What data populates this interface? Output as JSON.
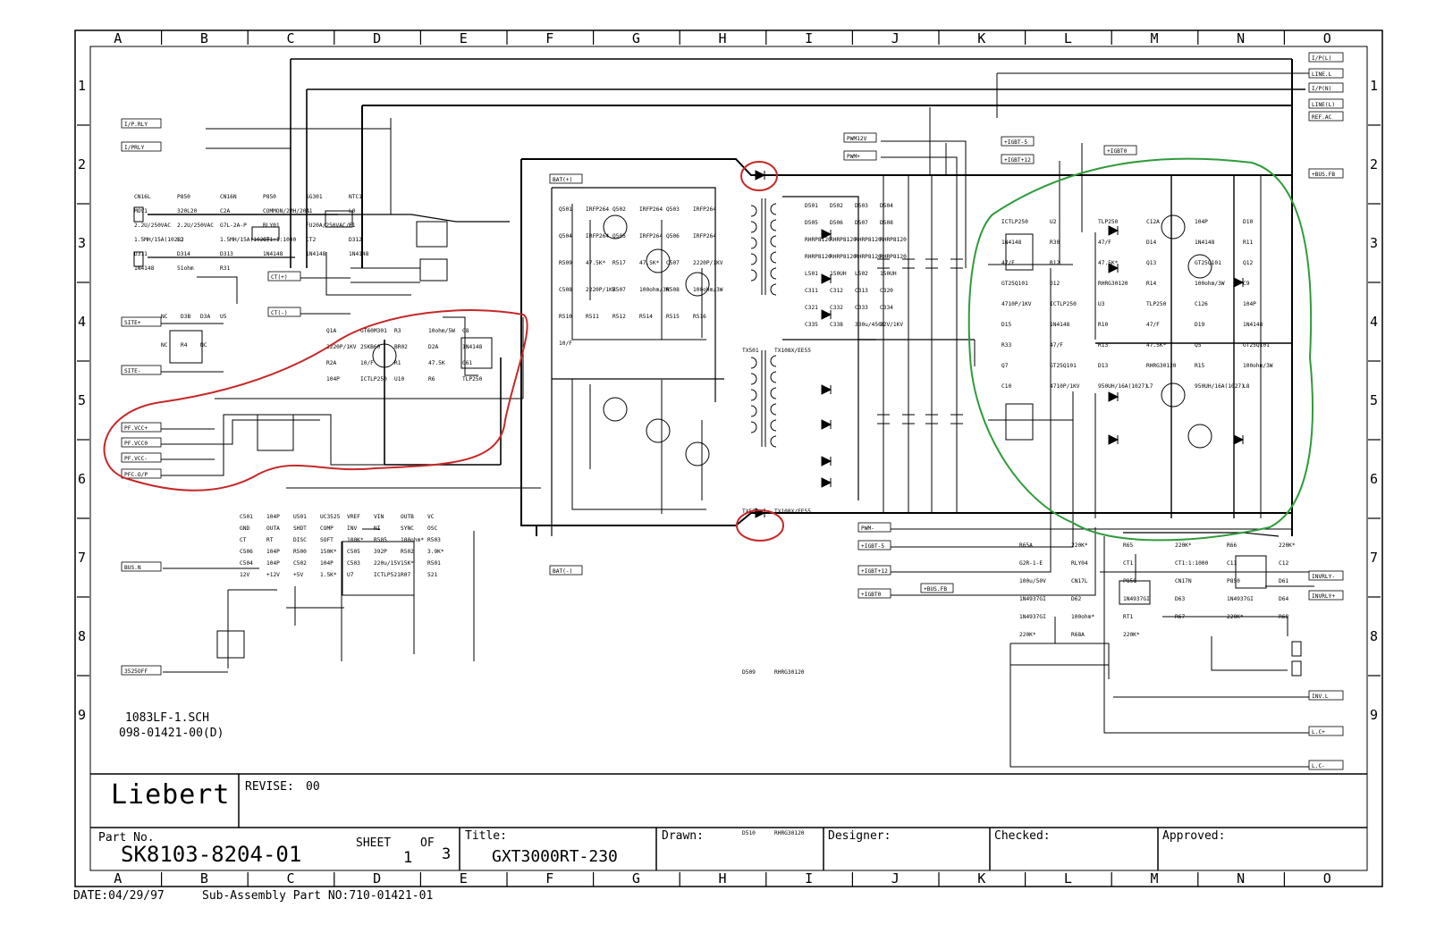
{
  "zones": {
    "columns": [
      "A",
      "B",
      "C",
      "D",
      "E",
      "F",
      "G",
      "H",
      "I",
      "J",
      "K",
      "L",
      "M",
      "N",
      "O"
    ],
    "rows": [
      "1",
      "2",
      "3",
      "4",
      "5",
      "6",
      "7",
      "8",
      "9"
    ]
  },
  "title_block": {
    "company": "Liebert",
    "revise_label": "REVISE:",
    "revise_value": "00",
    "part_label": "Part No.",
    "part_no": "SK8103-8204-01",
    "sheet_label": "SHEET",
    "sheet_num": "1",
    "of_label": "OF",
    "sheet_total": "3",
    "title_label": "Title:",
    "title_value": "GXT3000RT-230",
    "drawn_label": "Drawn:",
    "designer_label": "Designer:",
    "checked_label": "Checked:",
    "approved_label": "Approved:"
  },
  "file_info": {
    "sch": "1083LF-1.SCH",
    "doc": "098-01421-00(D)"
  },
  "footer": {
    "date": "DATE:04/29/97",
    "subassembly": "Sub-Assembly Part NO:710-01421-01"
  },
  "ports_left": [
    "I/P.RLY",
    "I/PRLY",
    "SITE+",
    "SITE-",
    "PF.VCC+",
    "PF.VCC0",
    "PF.VCC-",
    "PFC.O/P",
    "BUS.N",
    "3525OFF"
  ],
  "ports_right": [
    "I/P(L)",
    "LINE.L",
    "I/P(N)",
    "LINE(L)",
    "REF.AC",
    "+BUS.FB",
    "INVRLY-",
    "INVRLY+",
    "INV.L",
    "L.C+",
    "L.C-"
  ],
  "ports_mid": [
    "PWM12V",
    "PWM+",
    "+IGBT-5",
    "+IGBT+12",
    "+IGBT0",
    "BAT(+)",
    "BAT(-)",
    "PWM-",
    "+IGBT-5",
    "+IGBT+12",
    "+IGBT0",
    "+BUS.FB",
    "CT(+)",
    "CT(-)"
  ],
  "components": {
    "input": [
      "CN16L",
      "P850",
      "CN16N",
      "P850",
      "SG301",
      "NTC1",
      "MOV1",
      "320L20",
      "C2A",
      "COMMON/2MH/20A",
      "C1",
      "L0",
      "2.2U/250VAC",
      "2.2U/250VAC",
      "G7L-2A-P",
      "RLY01",
      "FU20A/250VAC/F",
      "F1",
      "1.5MH/15A(1028)",
      "L2",
      "1.5MH/15A(1028)",
      "CT1:1:1000",
      "CT2",
      "D312",
      "D311",
      "D314",
      "D313",
      "1N4148",
      "1N4148",
      "1N4148",
      "1N4148",
      "51ohm",
      "R31"
    ],
    "site": [
      "NC",
      "D3B",
      "D3A",
      "U5",
      "NC",
      "R4",
      "NC"
    ],
    "pfc": [
      "Q1A",
      "GT60M301",
      "R3",
      "10ohm/5W",
      "C8",
      "2220P/1KV",
      "2SKB60",
      "BR02",
      "D2A",
      "1N4148",
      "R2A",
      "10/F",
      "R1",
      "47.5K",
      "C61",
      "104P",
      "ICTLP250",
      "U10",
      "R6",
      "TLP250"
    ],
    "pwm": [
      "C501",
      "104P",
      "U501",
      "UC3525",
      "VREF",
      "VIN",
      "OUTB",
      "VC",
      "GND",
      "OUTA",
      "SHDT",
      "COMP",
      "INV",
      "NI",
      "SYNC",
      "OSC",
      "CT",
      "RT",
      "DISC",
      "SOFT",
      "100K*",
      "R505",
      "100ohm*",
      "R503",
      "C506",
      "104P",
      "R500",
      "150K*",
      "C505",
      "392P",
      "R502",
      "3.9K*",
      "C504",
      "104P",
      "C502",
      "104P",
      "C503",
      "220u/15V",
      "15K*",
      "R501",
      "12V",
      "+12V",
      "+5V",
      "1.5K*",
      "U7",
      "ICTLP521",
      "R07",
      "521"
    ],
    "inverter_q": [
      "Q501",
      "IRFP264",
      "Q502",
      "IRFP264",
      "Q503",
      "IRFP264",
      "Q504",
      "IRFP264",
      "Q505",
      "IRFP264",
      "Q506",
      "IRFP264",
      "R509",
      "47.5K*",
      "R517",
      "47.5K*",
      "C507",
      "2220P/1KV",
      "C508",
      "2220P/1KV",
      "R507",
      "100ohm/3W",
      "R508",
      "100ohm/3W",
      "R510",
      "R511",
      "R512",
      "R514",
      "R515",
      "R516",
      "10/F"
    ],
    "transformer": [
      "TX501",
      "TX108X/EE55",
      "TX502",
      "TX108X/EE55",
      "D509",
      "RHRG30120",
      "D510",
      "RHRG30120"
    ],
    "rectifier": [
      "D501",
      "D502",
      "D503",
      "D504",
      "D505",
      "D506",
      "D507",
      "D508",
      "RHRP8120",
      "RHRP8120",
      "RHRP8120",
      "RHRP8120",
      "RHRP8120",
      "RHRP8120",
      "RHRP8120",
      "RHRP8120",
      "L501",
      "150UH",
      "L502",
      "150UH",
      "C311",
      "C312",
      "C313",
      "C320",
      "C321",
      "C332",
      "C333",
      "C334",
      "C335",
      "C338",
      "330u/450V",
      "22V/1KV"
    ],
    "igbt": [
      "ICTLP250",
      "U2",
      "TLP250",
      "C12A",
      "104P",
      "D10",
      "1N4148",
      "R30",
      "47/F",
      "D14",
      "1N4148",
      "R11",
      "47/F",
      "R12",
      "47.5K*",
      "Q13",
      "GT25Q101",
      "Q12",
      "GT25Q101",
      "D12",
      "RHRG30120",
      "R14",
      "100ohm/3W",
      "C9",
      "4710P/1KV",
      "ICTLP250",
      "U3",
      "TLP250",
      "C126",
      "104P",
      "D15",
      "1N4148",
      "R10",
      "47/F",
      "D19",
      "1N4148",
      "R33",
      "47/F",
      "R13",
      "47.5K*",
      "Q5",
      "GT25Q101",
      "Q7",
      "GT25Q101",
      "D13",
      "RHRG30120",
      "R15",
      "100ohm/3W",
      "C10",
      "4710P/1KV",
      "950UH/16A(1027)",
      "L7",
      "950UH/16A(1027)",
      "L8"
    ],
    "output": [
      "R65A",
      "220K*",
      "R65",
      "220K*",
      "R66",
      "220K*",
      "G2R-1-E",
      "RLY04",
      "CT1",
      "CT1:1:1000",
      "C11",
      "C12",
      "100u/50V",
      "CN17L",
      "P850",
      "CN17N",
      "P850",
      "D61",
      "1N4937GI",
      "D62",
      "1N4937GI",
      "D63",
      "1N4937GI",
      "D64",
      "1N4937GI",
      "100ohm*",
      "RT1",
      "R67",
      "220K*",
      "R68",
      "220K*",
      "R68A",
      "220K*"
    ]
  }
}
